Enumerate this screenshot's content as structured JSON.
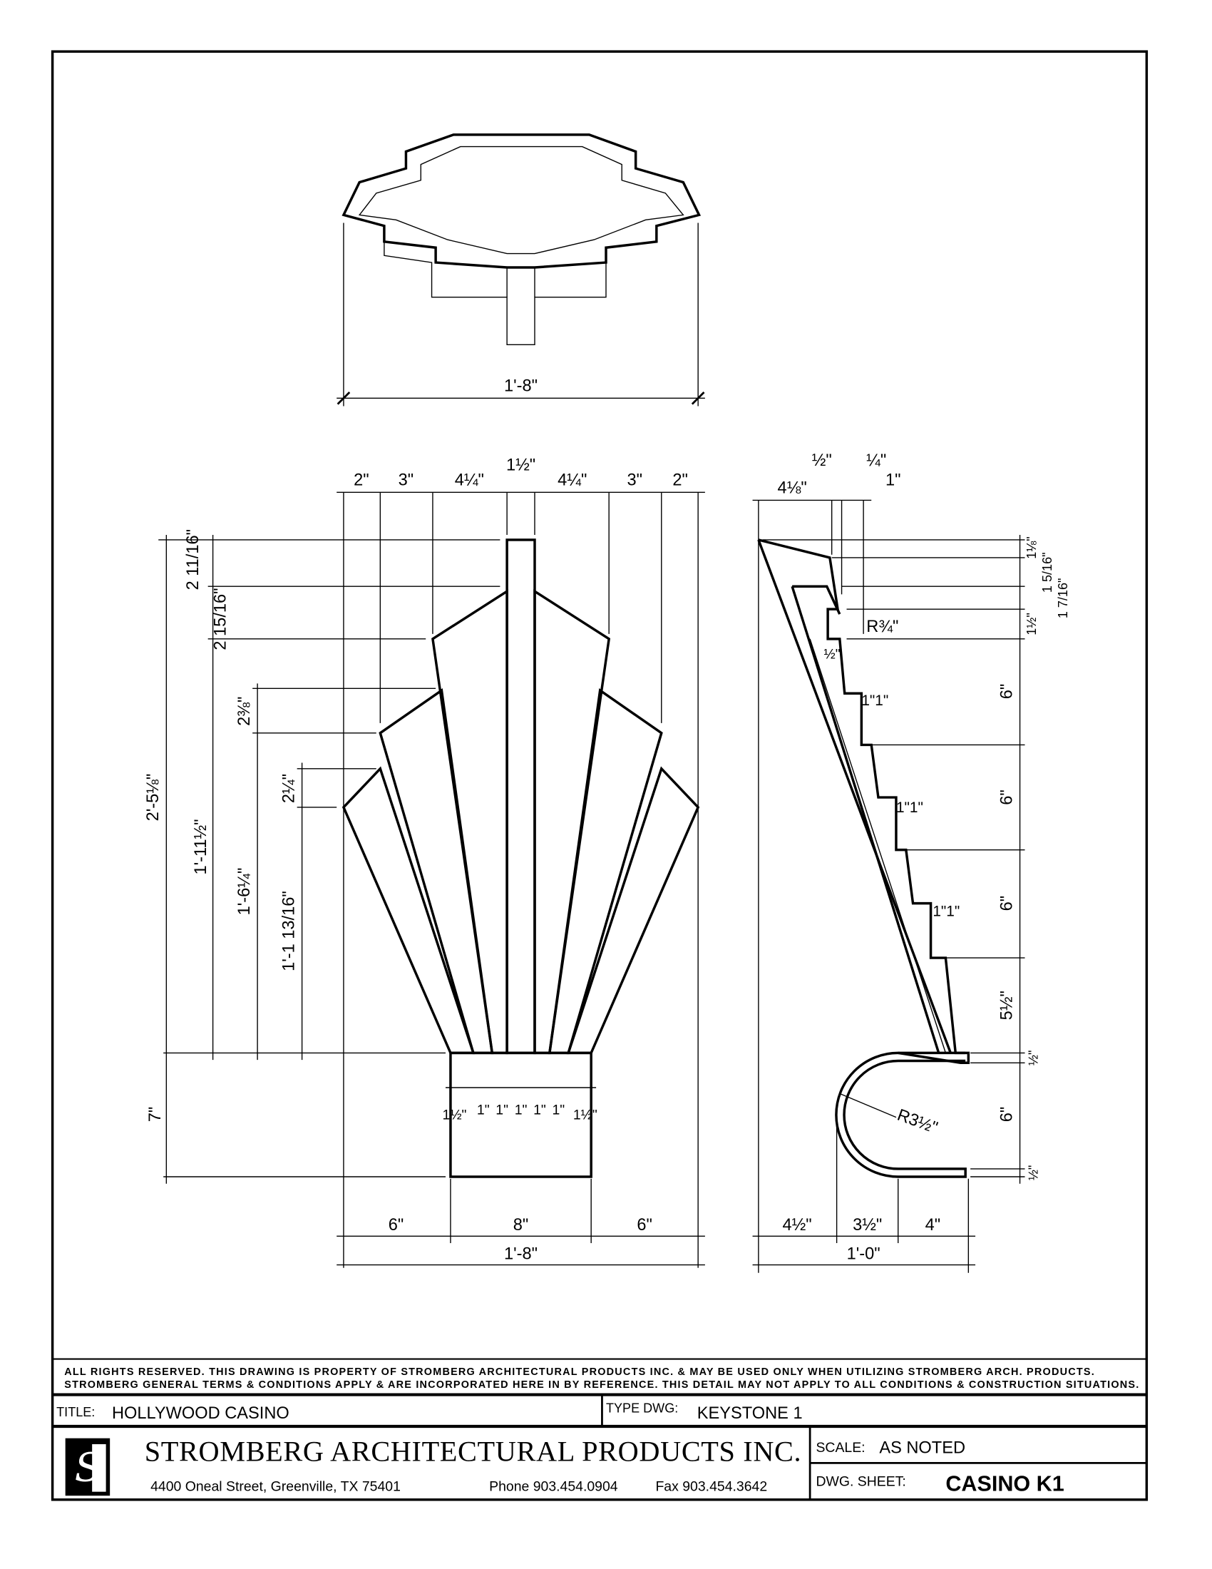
{
  "drawing": {
    "plan_width": "1'-8\"",
    "front": {
      "top_dims": [
        "2\"",
        "3\"",
        "4¼\"",
        "1½\"",
        "4¼\"",
        "3\"",
        "2\""
      ],
      "left_dims": [
        "2'-5⅛\"",
        "2 11/16\"",
        "2 15/16\"",
        "1'-11½\"",
        "2⅜\"",
        "1'-6¼\"",
        "2¼\"",
        "1'-1 13/16\"",
        "7\""
      ],
      "base_dims": [
        "1½\"",
        "1\"",
        "1\"",
        "1\"",
        "1\"",
        "1\"",
        "1½\""
      ],
      "bottom_dims": [
        "6\"",
        "8\"",
        "6\""
      ],
      "overall_width": "1'-8\""
    },
    "side": {
      "top_dims": [
        "4⅛\"",
        "½\"",
        "¼\"",
        "1\""
      ],
      "right_dims": [
        "1⅛\"",
        "1 5/16\"",
        "1 7/16\"",
        "1½\"",
        "6\"",
        "6\"",
        "6\"",
        "5½\"",
        "½\"",
        "6\"",
        "½\""
      ],
      "radius_small": "R¾\"",
      "radius_large": "R3½\"",
      "small_dims": [
        "½\"",
        "1\"1\"",
        "1\"1\"",
        "1\"1\""
      ],
      "bottom_dims": [
        "4½\"",
        "3½\"",
        "4\""
      ],
      "overall_width": "1'-0\""
    }
  },
  "notes": {
    "line1": "ALL RIGHTS RESERVED. THIS DRAWING IS PROPERTY OF STROMBERG ARCHITECTURAL PRODUCTS INC. & MAY BE USED ONLY WHEN UTILIZING STROMBERG ARCH. PRODUCTS.",
    "line2": "STROMBERG GENERAL TERMS & CONDITIONS APPLY & ARE INCORPORATED HERE IN BY REFERENCE. THIS DETAIL MAY NOT APPLY TO ALL CONDITIONS & CONSTRUCTION SITUATIONS."
  },
  "title_block": {
    "title_label": "TITLE:",
    "title_value": "HOLLYWOOD CASINO",
    "type_label": "TYPE DWG:",
    "type_value": "KEYSTONE 1",
    "company": "STROMBERG ARCHITECTURAL PRODUCTS INC.",
    "address": "4400 Oneal Street, Greenville, TX  75401",
    "phone": "Phone 903.454.0904",
    "fax": "Fax 903.454.3642",
    "scale_label": "SCALE:",
    "scale_value": "AS NOTED",
    "sheet_label": "DWG. SHEET:",
    "sheet_value": "CASINO K1",
    "logo_letter": "S"
  }
}
